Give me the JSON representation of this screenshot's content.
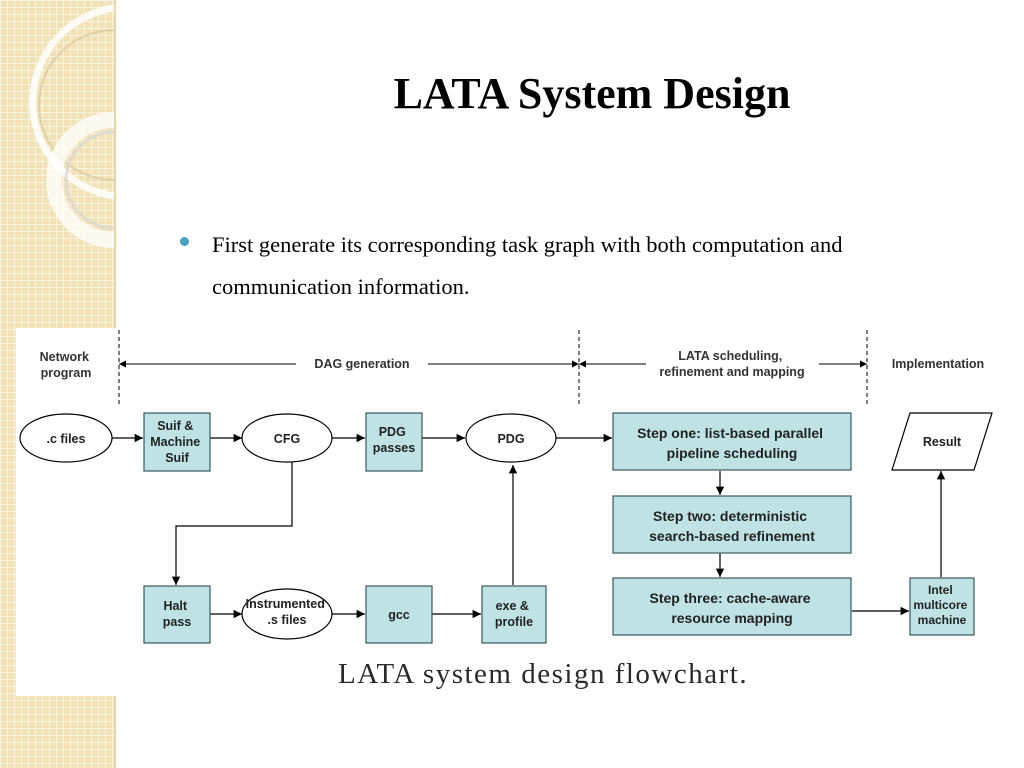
{
  "slide": {
    "title": "LATA System Design",
    "bullet": "First generate its corresponding task graph with both computation and communication information."
  },
  "figure": {
    "phases": {
      "network_program": [
        "Network",
        "program"
      ],
      "dag_generation": "DAG generation",
      "lata_scheduling": [
        "LATA scheduling,",
        "refinement and mapping"
      ],
      "implementation": "Implementation"
    },
    "nodes": {
      "c_files": [
        ".c files"
      ],
      "suif": [
        "Suif &",
        "Machine",
        "Suif"
      ],
      "cfg": [
        "CFG"
      ],
      "pdg_passes": [
        "PDG",
        "passes"
      ],
      "pdg": [
        "PDG"
      ],
      "step_one": [
        "Step one: list-based parallel",
        "pipeline scheduling"
      ],
      "step_two": [
        "Step two: deterministic",
        "search-based refinement"
      ],
      "step_three": [
        "Step three: cache-aware",
        "resource mapping"
      ],
      "result": [
        "Result"
      ],
      "halt_pass": [
        "Halt",
        "pass"
      ],
      "instrumented": [
        "Instrumented",
        ".s files"
      ],
      "gcc": [
        "gcc"
      ],
      "exe_profile": [
        "exe &",
        "profile"
      ],
      "intel_machine": [
        "Intel",
        "multicore",
        "machine"
      ]
    },
    "caption": "LATA system design flowchart.",
    "colors": {
      "box_fill": "#bfe3e5",
      "box_stroke": "#3a5a5c",
      "line": "#000000"
    }
  }
}
